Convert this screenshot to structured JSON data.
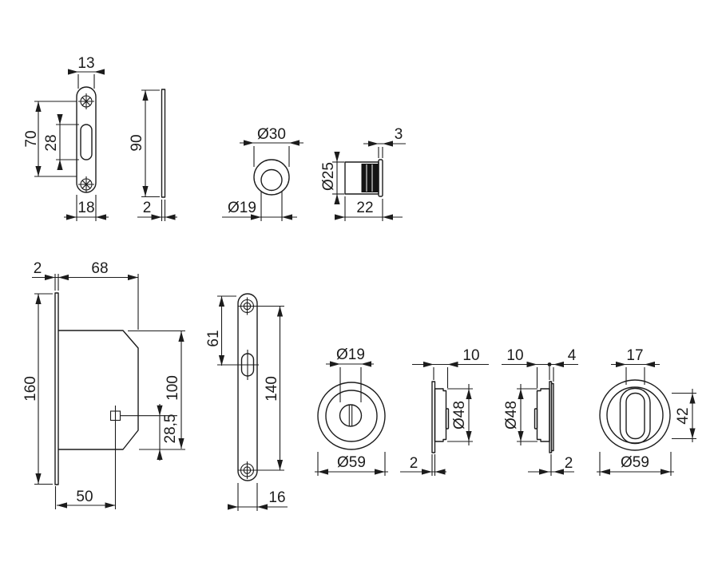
{
  "colors": {
    "line": "#1c1c1c",
    "background": "#ffffff"
  },
  "labels": {
    "strike_front": {
      "width_top": "13",
      "height": "70",
      "slot_height": "28",
      "width_bottom": "18"
    },
    "strike_side": {
      "height": "90",
      "thickness": "2"
    },
    "guide_ring": {
      "outer_diameter": "Ø30",
      "inner_diameter": "Ø19"
    },
    "cylinder": {
      "diameter": "Ø25",
      "flange": "3",
      "length": "22"
    },
    "lock_case": {
      "plate_thickness": "2",
      "body_width": "68",
      "plate_height": "160",
      "body_height": "100",
      "spindle_offset": "28,5",
      "backset": "50"
    },
    "faceplate": {
      "top_to_slot": "61",
      "screw_distance": "140",
      "width": "16"
    },
    "rosette_slot": {
      "hole_diameter": "Ø19",
      "diameter": "Ø59"
    },
    "side_a": {
      "depth": "10",
      "diameter": "Ø48",
      "plate_thickness": "2"
    },
    "side_b": {
      "depth": "10",
      "stack": "4",
      "diameter": "Ø48",
      "plate_thickness": "2"
    },
    "rosette_turn": {
      "recess_width": "17",
      "recess_height": "42",
      "diameter": "Ø59"
    }
  }
}
